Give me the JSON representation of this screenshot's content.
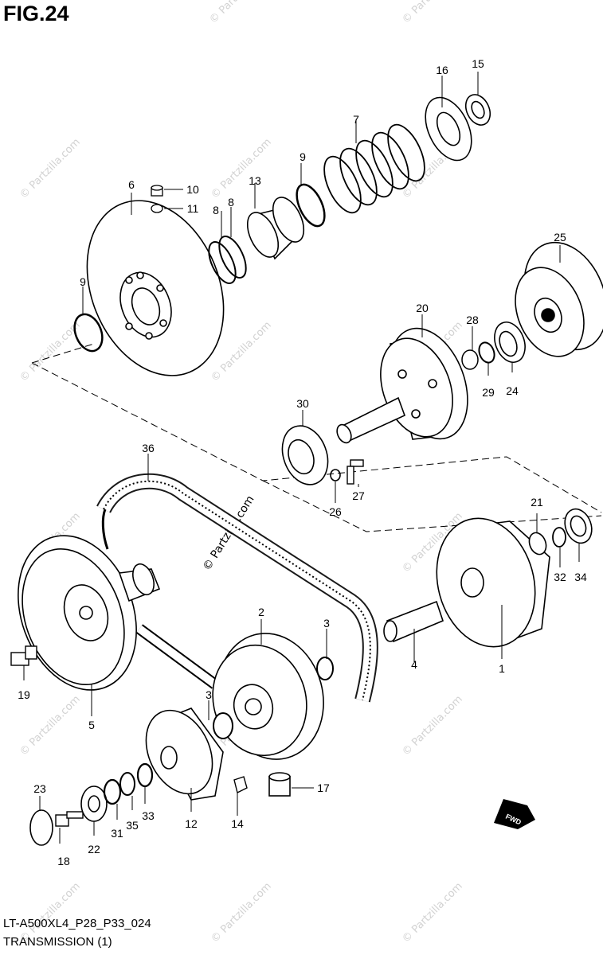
{
  "figure": {
    "title": "FIG.24"
  },
  "footer": {
    "code": "LT-A500XL4_P28_P33_024",
    "title": "TRANSMISSION (1)"
  },
  "watermark": {
    "text": "© Partzilla.com",
    "color": "#d2d2d2"
  },
  "fwd_badge": {
    "label": "FWD"
  },
  "callouts": [
    "1",
    "2",
    "3",
    "3",
    "4",
    "5",
    "6",
    "7",
    "8",
    "8",
    "9",
    "9",
    "10",
    "11",
    "12",
    "13",
    "14",
    "15",
    "16",
    "17",
    "18",
    "19",
    "20",
    "21",
    "22",
    "23",
    "24",
    "25",
    "26",
    "27",
    "28",
    "29",
    "30",
    "31",
    "32",
    "33",
    "34",
    "35",
    "36"
  ]
}
